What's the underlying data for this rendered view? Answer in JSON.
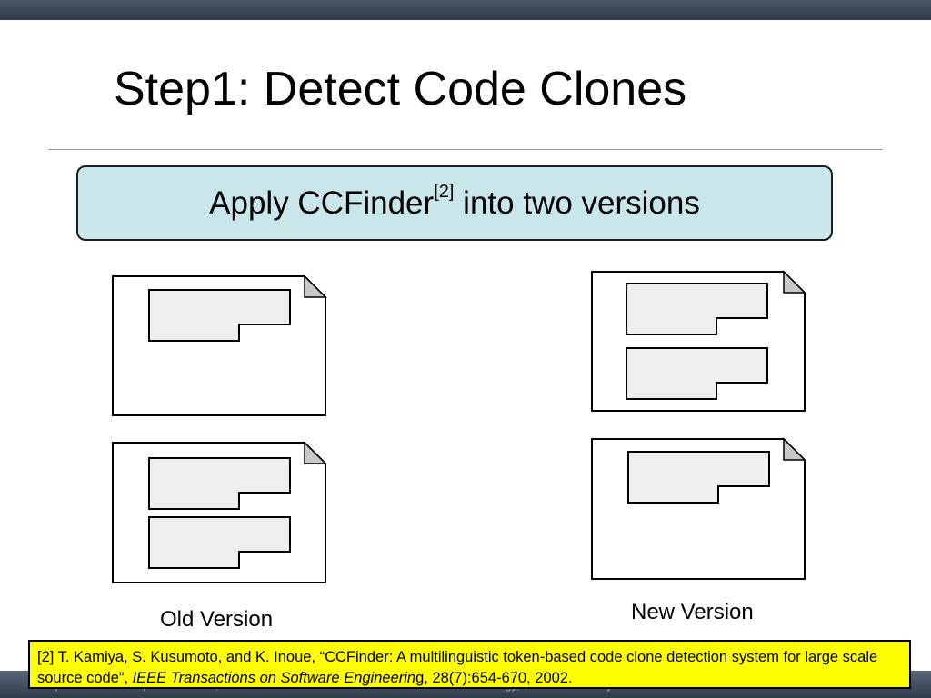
{
  "slide": {
    "title": "Step1: Detect Code Clones",
    "footer": "Department of Computer Science, Graduate School of Information Science and Technology, Osaka University"
  },
  "banner": {
    "text_before": "Apply CCFinder",
    "superscript": "[2]",
    "text_after": " into two versions"
  },
  "versions": {
    "old_label": "Old Version",
    "new_label": "New Version"
  },
  "citation": {
    "part1": "[2] T. Kamiya, S. Kusumoto, and K. Inoue,  “CCFinder: A multilinguistic token-based code clone detection system for large scale source code”,  ",
    "journal": "IEEE Transactions on Software Engineerin",
    "part2": "g, 28(7):654-670, 2002."
  },
  "colors": {
    "banner_fill": "#c9e7ea",
    "citation_fill": "#ffff00",
    "clone_fill": "#efefef"
  }
}
